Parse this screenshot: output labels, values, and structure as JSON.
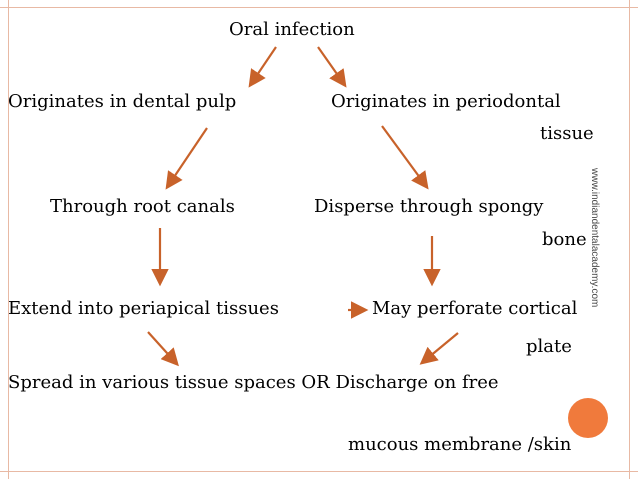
{
  "nodes": {
    "oral_infection": "Oral  infection",
    "dental_pulp": "Originates in dental pulp",
    "periodontal_1": "Originates in periodontal",
    "periodontal_2": "tissue",
    "root_canals": "Through root canals",
    "spongy_1": "Disperse through spongy",
    "spongy_2": "bone",
    "periapical": "Extend into periapical tissues",
    "cortical_1": "May perforate cortical",
    "cortical_2": "plate",
    "spread": "Spread in various tissue spaces OR Discharge on free",
    "mucous": "mucous membrane /skin"
  },
  "watermark": "www.indiandentalacademy.com",
  "colors": {
    "arrow": "#c8622a",
    "accent_dot": "#f07a3c",
    "border": "#e8b9a4",
    "text": "#000000"
  }
}
